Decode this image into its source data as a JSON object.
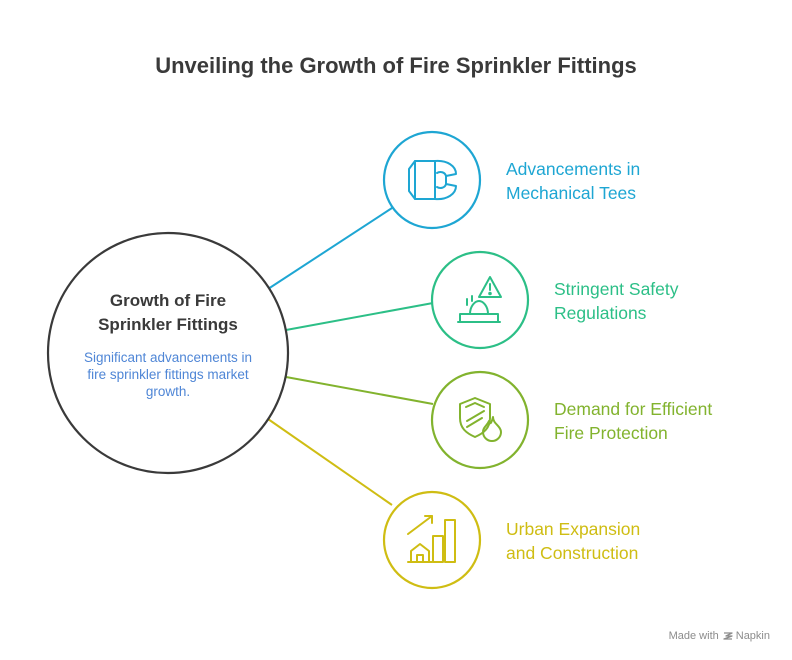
{
  "title": "Unveiling the Growth of Fire Sprinkler Fittings",
  "center": {
    "title_line1": "Growth of Fire",
    "title_line2": "Sprinkler Fittings",
    "description": "Significant advancements in fire sprinkler fittings market growth."
  },
  "items": [
    {
      "label": "Advancements in\nMechanical Tees",
      "icon": "pipe-tee-icon",
      "color": "#1ea6d3"
    },
    {
      "label": "Stringent Safety\nRegulations",
      "icon": "warning-icon",
      "color": "#2cbf87"
    },
    {
      "label": "Demand for Efficient\nFire Protection",
      "icon": "shield-flame-icon",
      "color": "#82b32e"
    },
    {
      "label": "Urban Expansion\nand Construction",
      "icon": "growth-chart-icon",
      "color": "#cfbd13"
    }
  ],
  "footer": {
    "made_with": "Made with",
    "brand": "Napkin"
  }
}
